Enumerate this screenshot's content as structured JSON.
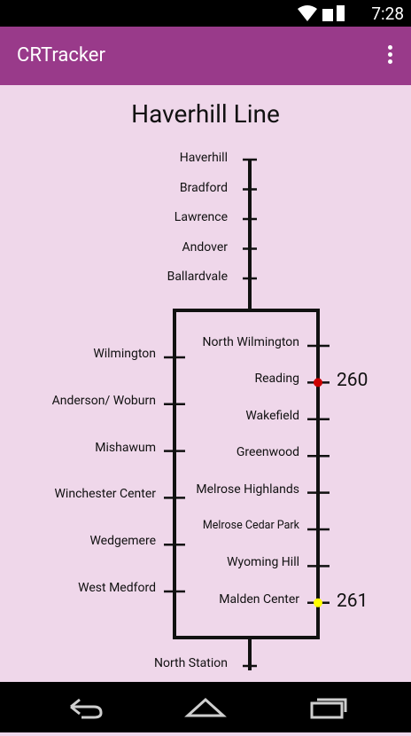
{
  "status_bar": {
    "time": "7:28"
  },
  "app_bar": {
    "title": "CRTracker"
  },
  "line": {
    "title": "Haverhill Line",
    "trunk_stations": [
      "Haverhill",
      "Bradford",
      "Lawrence",
      "Andover",
      "Ballardvale"
    ],
    "left_branch": [
      "Wilmington",
      "Anderson/ Woburn",
      "Mishawum",
      "Winchester Center",
      "Wedgemere",
      "West Medford"
    ],
    "right_branch": [
      "North Wilmington",
      "Reading",
      "Wakefield",
      "Greenwood",
      "Melrose Highlands",
      "Melrose Cedar Park",
      "Wyoming Hill",
      "Malden Center"
    ],
    "terminal": "North Station"
  },
  "trains": [
    {
      "id": "260",
      "station": "Reading",
      "color": "#cc0000"
    },
    {
      "id": "261",
      "station": "Malden Center",
      "color": "#ffff00"
    }
  ],
  "colors": {
    "app_bar": "#993a8a",
    "background": "#efd7ea"
  }
}
